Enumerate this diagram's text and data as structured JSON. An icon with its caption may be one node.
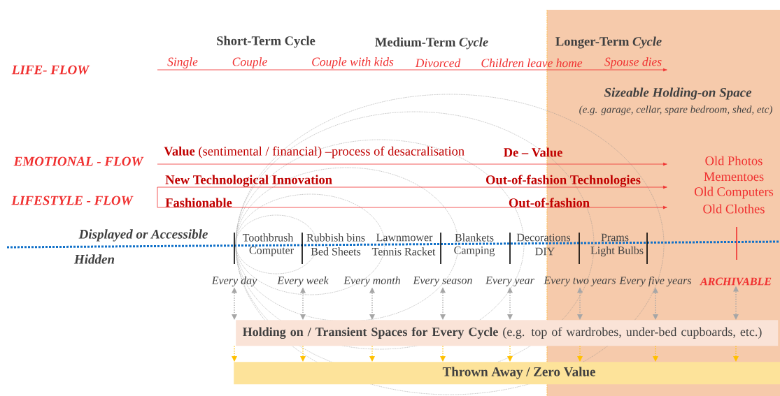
{
  "diagram": {
    "nodes": [
      {
        "text": [
          "**Holding on / Transient Spaces for Every Cycle** (e.g. top of wardrobes, under-bed cupboards, etc.)"
        ]
      },
      {
        "text": [
          "Thrown Away / Zero Value"
        ]
      },
      {
        "text": [
          "Every day"
        ]
      },
      {
        "text": [
          "Every week"
        ]
      },
      {
        "text": [
          "Every month"
        ]
      },
      {
        "text": [
          "Every season"
        ]
      },
      {
        "text": [
          "Every year"
        ]
      },
      {
        "text": [
          "Every two years"
        ]
      },
      {
        "text": [
          "Every five years"
        ]
      },
      {
        "text": [
          "ARCHIVABLE"
        ]
      }
    ],
    "edges": [
      {
        "from": 2,
        "to": 0,
        "arrow": "both",
        "style": "dashed",
        "color": "#a6a6a6"
      },
      {
        "from": 3,
        "to": 0,
        "arrow": "both",
        "style": "dashed",
        "color": "#a6a6a6"
      },
      {
        "from": 4,
        "to": 0,
        "arrow": "both",
        "style": "dashed",
        "color": "#a6a6a6"
      },
      {
        "from": 5,
        "to": 0,
        "arrow": "both",
        "style": "dashed",
        "color": "#a6a6a6"
      },
      {
        "from": 6,
        "to": 0,
        "arrow": "both",
        "style": "dashed",
        "color": "#a6a6a6"
      },
      {
        "from": 7,
        "to": 0,
        "arrow": "both",
        "style": "dashed",
        "color": "#a6a6a6"
      },
      {
        "from": 8,
        "to": 0,
        "arrow": "both",
        "style": "dashed",
        "color": "#a6a6a6"
      },
      {
        "from": 9,
        "to": 0,
        "arrow": "both",
        "style": "dashed",
        "color": "#a6a6a6"
      },
      {
        "from": 0,
        "to": 1,
        "arrow": "to",
        "style": "dashed",
        "color": "#ffc000"
      },
      {
        "from": 0,
        "to": 1,
        "arrow": "to",
        "style": "dashed",
        "color": "#ffc000"
      },
      {
        "from": 0,
        "to": 1,
        "arrow": "to",
        "style": "dashed",
        "color": "#ffc000"
      },
      {
        "from": 0,
        "to": 1,
        "arrow": "to",
        "style": "dashed",
        "color": "#ffc000"
      },
      {
        "from": 0,
        "to": 1,
        "arrow": "to",
        "style": "dashed",
        "color": "#ffc000"
      },
      {
        "from": 0,
        "to": 1,
        "arrow": "to",
        "style": "dashed",
        "color": "#ffc000"
      },
      {
        "from": 0,
        "to": 1,
        "arrow": "to",
        "style": "dashed",
        "color": "#ffc000"
      },
      {
        "from": 0,
        "to": 1,
        "arrow": "to",
        "style": "dashed",
        "color": "#ffc000"
      }
    ],
    "labels": [
      "Short-Term Cycle",
      "Medium-Term *Cycle*",
      "Longer-Term *Cycle*",
      "LIFE- FLOW",
      "Single",
      "Couple",
      "Couple with kids",
      "Divorced",
      "Children leave home",
      "Spouse dies",
      "Sizeable Holding-on Space",
      "(e.g. garage, cellar, spare bedroom, shed, etc)",
      "EMOTIONAL - FLOW",
      "**Value** (sentimental / financial) –process of desacralisation",
      "De – Value",
      "Old Photos",
      "New Technological Innovation",
      "Out-of-fashion Technologies",
      "Mementoes",
      "Old Computers",
      "LIFESTYLE - FLOW",
      "Fashionable",
      "Out-of-fashion",
      "Old Clothes",
      "Displayed or Accessible",
      "Hidden",
      "Toothbrush",
      "Rubbish bins",
      "Lawnmower",
      "Blankets",
      "Decorations",
      "Prams",
      "Computer",
      "Bed Sheets",
      "Tennis Racket",
      "Camping",
      "DIY",
      "Light Bulbs"
    ]
  }
}
